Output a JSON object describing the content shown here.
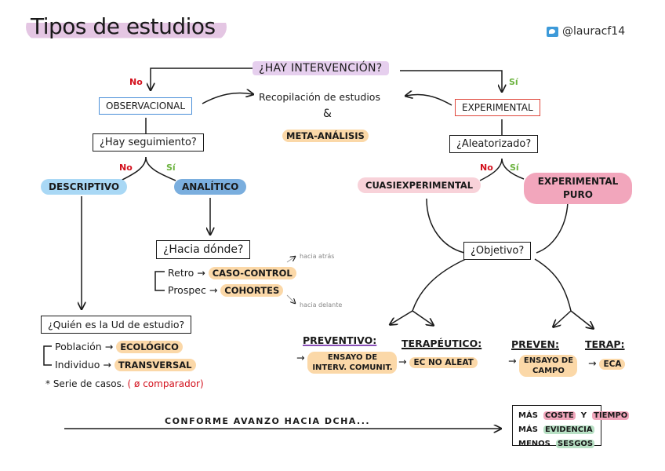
{
  "header": {
    "title": "Tipos de estudios",
    "handle": "@lauracf14",
    "handle_icon": "twitter-icon"
  },
  "colors": {
    "title_highlight": "#e4c6e3",
    "question_highlight": "#e6cfee",
    "observational_border": "#4a8fd8",
    "experimental_border": "#e0463b",
    "descriptive": "#a9d8f5",
    "analytic": "#7aaede",
    "quasi": "#f8d2d9",
    "pure": "#f2a6bc",
    "result_highlight": "#fbd8a8",
    "yes": "#6cb33f",
    "no": "#d3101c",
    "evidence": "#b7e0c4"
  },
  "top": {
    "question": "¿HAY INTERVENCIÓN?",
    "no": "No",
    "yes": "Sí",
    "observational": "OBSERVACIONAL",
    "experimental": "EXPERIMENTAL",
    "compilation": "Recopilación de estudios",
    "ampersand": "&",
    "meta": "META-ANÁLISIS"
  },
  "left": {
    "followup_question": "¿Hay seguimiento?",
    "no": "No",
    "yes": "Sí",
    "descriptive": "DESCRIPTIVO",
    "analytic": "ANALÍTICO",
    "direction_question": "¿Hacia dónde?",
    "retro": "Retro",
    "case_control": "CASO-CONTROL",
    "prospec": "Prospec",
    "cohorts": "COHORTES",
    "back_note": "hacia atrás",
    "forward_note": "hacia delante",
    "unit_question": "¿Quién es la Ud de estudio?",
    "population": "Población",
    "ecological": "ECOLÓGICO",
    "individual": "Individuo",
    "transversal": "TRANSVERSAL",
    "case_series_prefix": "* Serie de casos.",
    "case_series_note": "( ø comparador)",
    "arrow_symbol": "→"
  },
  "right": {
    "randomized_question": "¿Aleatorizado?",
    "no": "No",
    "yes": "Sí",
    "quasi": "CUASIEXPERIMENTAL",
    "pure": "EXPERIMENTAL PURO",
    "objective_question": "¿Objetivo?",
    "preventive": "PREVENTIVO:",
    "preventive_study": "ENSAYO DE INTERV. COMUNIT.",
    "therapeutic": "TERAPÉUTICO:",
    "therapeutic_study": "EC NO ALEAT",
    "preven": "PREVEN:",
    "preven_study": "ENSAYO DE CAMPO",
    "terap": "TERAP:",
    "terap_study": "ECA",
    "arrow_symbol": "→"
  },
  "footer": {
    "progress_text": "CONFORME AVANZO HACIA DCHA...",
    "legend": {
      "line1_a": "MÁS",
      "line1_b": "COSTE",
      "line1_c": "Y",
      "line1_d": "TIEMPO",
      "line2_a": "MÁS",
      "line2_b": "EVIDENCIA",
      "line3_a": "MENOS",
      "line3_b": "SESGOS"
    }
  }
}
